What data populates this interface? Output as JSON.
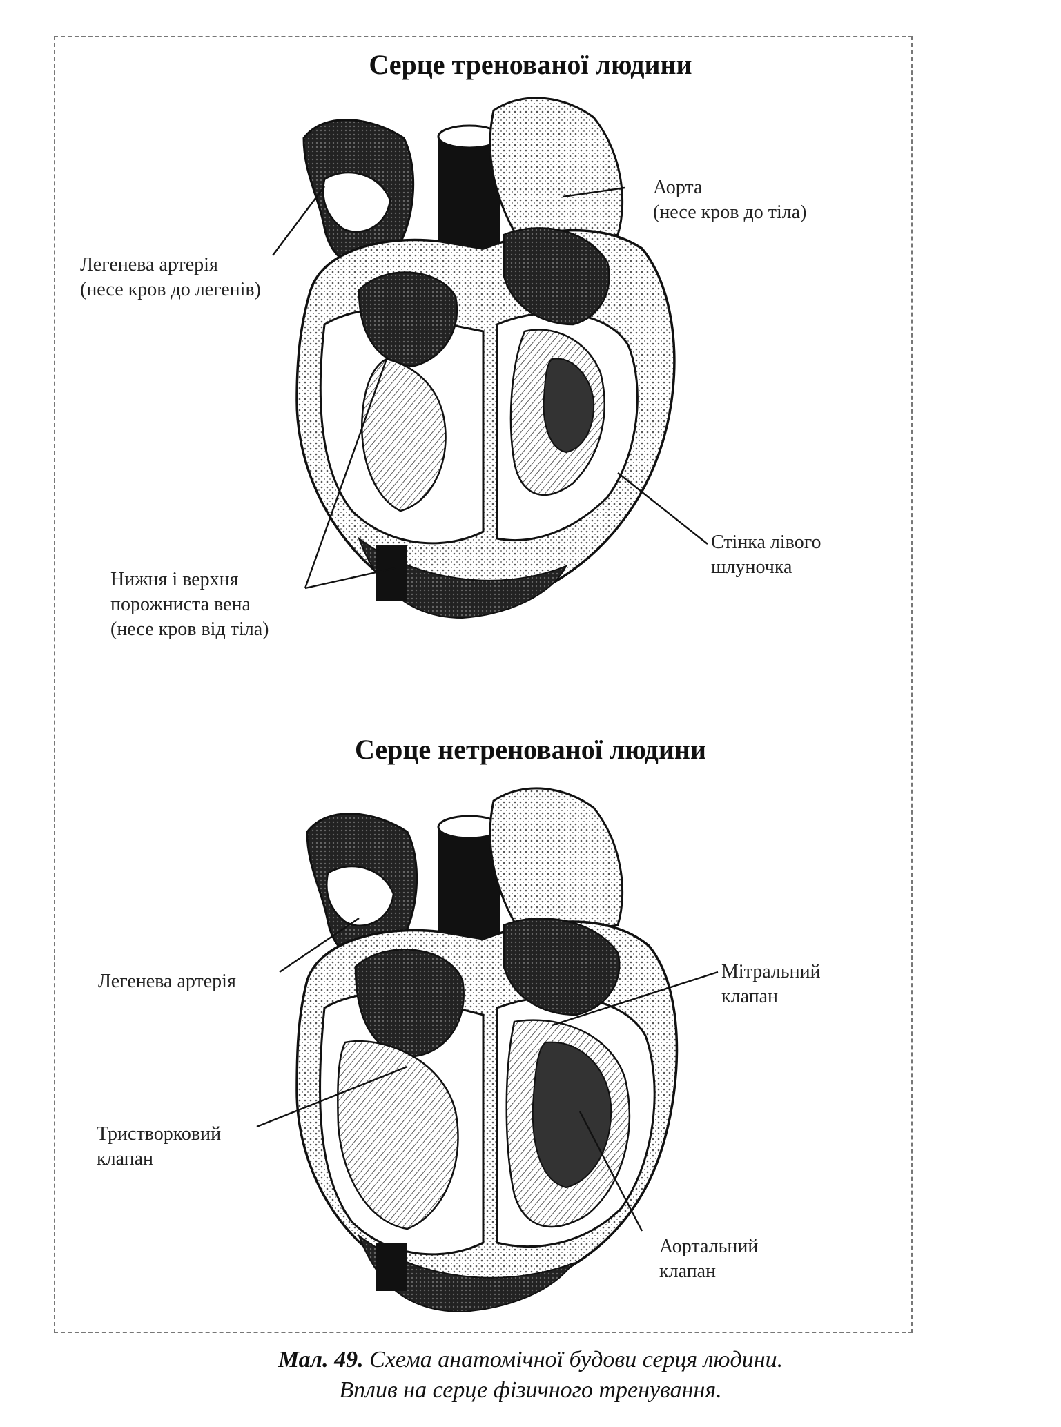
{
  "top": {
    "title": "Серце тренованої людини",
    "labels": {
      "pulmonary_artery": [
        "Легенева артерія",
        "(несе кров до легенів)"
      ],
      "aorta": [
        "Аорта",
        "(несе кров до тіла)"
      ],
      "lv_wall": [
        "Стінка лівого",
        "шлуночка"
      ],
      "vena_cava": [
        "Нижня і верхня",
        "порожниста вена",
        "(несе кров від тіла)"
      ]
    }
  },
  "bottom": {
    "title": "Серце нетренованої людини",
    "labels": {
      "pulmonary_artery": [
        "Легенева артерія"
      ],
      "mitral": [
        "Мітральний",
        "клапан"
      ],
      "tricuspid": [
        "Тристворковий",
        "клапан"
      ],
      "aortic": [
        "Аортальний",
        "клапан"
      ]
    }
  },
  "caption": {
    "fig_number": "Мал. 49.",
    "line1": "Схема анатомічної будови серця людини.",
    "line2": "Вплив на серце фізичного тренування."
  }
}
